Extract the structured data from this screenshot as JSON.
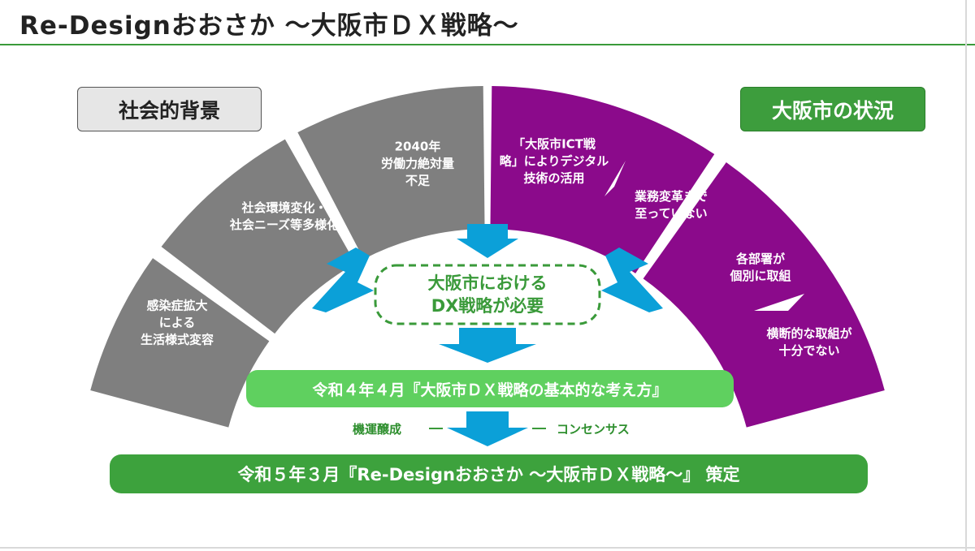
{
  "title": "Re-Designおおさか ～大阪市ＤＸ戦略～",
  "labels": {
    "social": "社会的背景",
    "osaka": "大阪市の状況"
  },
  "segments_left": [
    {
      "lines": [
        "感染症拡大",
        "による",
        "生活様式変容"
      ]
    },
    {
      "lines": [
        "社会環境変化・",
        "社会ニーズ等多様化"
      ]
    },
    {
      "lines": [
        "2040年",
        "労働力絶対量",
        "不足"
      ]
    }
  ],
  "segments_right": [
    {
      "cause": [
        "「大阪市ICT戦",
        "略」によりデジタル",
        "技術の活用"
      ],
      "effect": [
        "業務変革まで",
        "至っていない"
      ]
    },
    {
      "cause": [
        "各部署が",
        "個別に取組"
      ],
      "effect": [
        "横断的な取組が",
        "十分でない"
      ]
    }
  ],
  "center": {
    "line1": "大阪市における",
    "line2": "DX戦略が必要"
  },
  "step1": "令和４年４月『大阪市ＤＸ戦略の基本的な考え方』",
  "side_left": "機運醸成",
  "side_right": "コンセンサス",
  "step2": "令和５年３月『Re-Designおおさか ～大阪市ＤＸ戦略～』 策定",
  "colors": {
    "gray": "#7f7f7f",
    "purple": "#8b0a8b",
    "green": "#3da23d",
    "light_green": "#5fd05f",
    "arrow_blue": "#0ba0d8"
  }
}
